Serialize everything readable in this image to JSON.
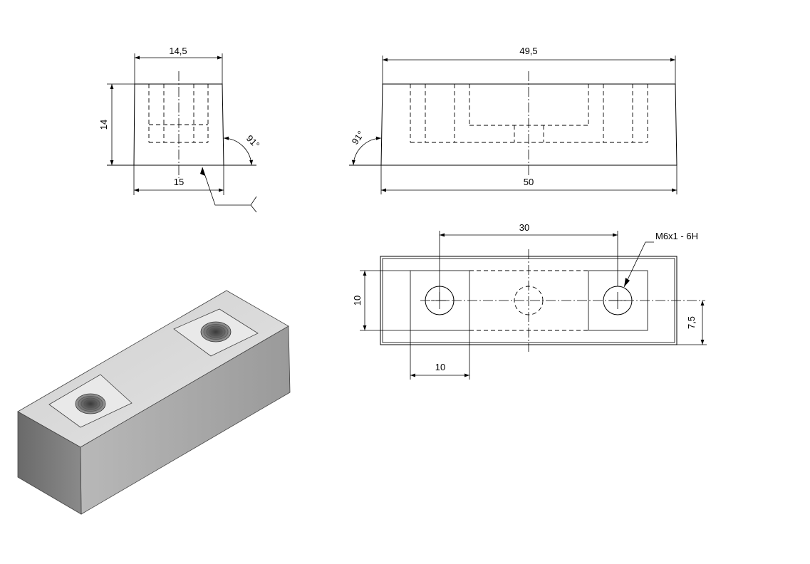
{
  "dimensions": {
    "top_width": "14,5",
    "side_height": "14",
    "base_width": "15",
    "angle_left_view": "91°",
    "front_top_width": "49,5",
    "front_base_width": "50",
    "angle_front_view": "91°",
    "hole_spacing": "30",
    "thread_callout": "M6x1 - 6H",
    "plan_height": "10",
    "hole_offset": "7,5",
    "pocket_width": "10"
  },
  "colors": {
    "line": "#000000",
    "shade_light": "#d9d9d9",
    "shade_mid": "#a0a0a0",
    "shade_dark": "#6e6e6e"
  }
}
